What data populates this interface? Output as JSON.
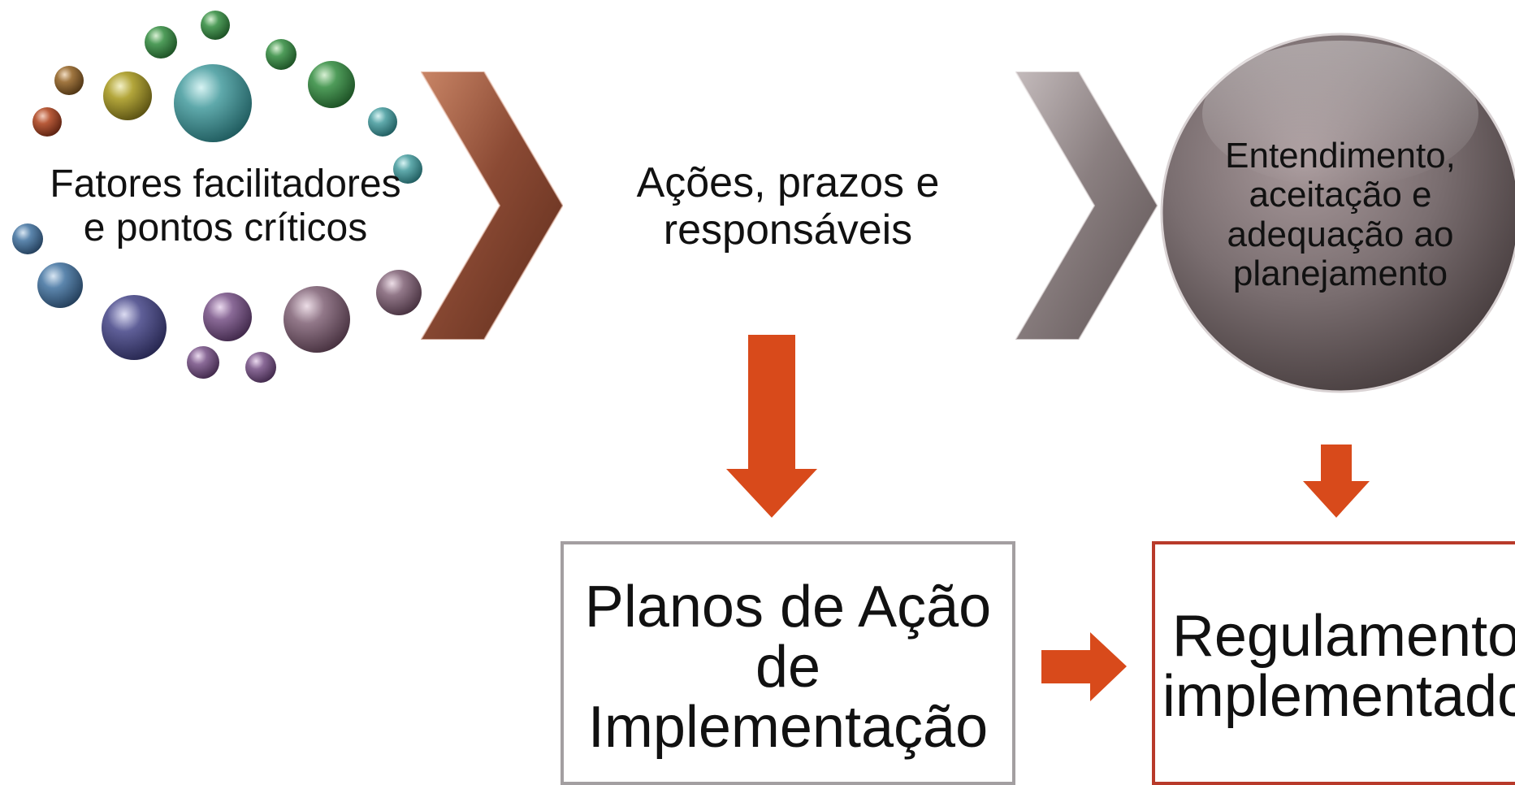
{
  "diagram": {
    "steps": [
      {
        "lines": [
          "Fatores facilitadores",
          "e pontos críticos"
        ]
      },
      {
        "lines": [
          "Ações, prazos e",
          "responsáveis"
        ]
      },
      {
        "lines": [
          "Entendimento,",
          "aceitação e",
          "adequação ao",
          "planejamento"
        ]
      }
    ],
    "outputs": [
      {
        "lines": [
          "Planos de Ação",
          "de",
          "Implementação"
        ]
      },
      {
        "lines": [
          "Regulamento",
          "implementado"
        ]
      }
    ]
  },
  "colors": {
    "chevron_brown": "#8b4a34",
    "chevron_gray": "#8a7f80",
    "circle_gray": "#6f6465",
    "arrow_orange": "#d84a1b",
    "box1_border": "#a39fa1",
    "box2_border": "#b83a2a"
  }
}
